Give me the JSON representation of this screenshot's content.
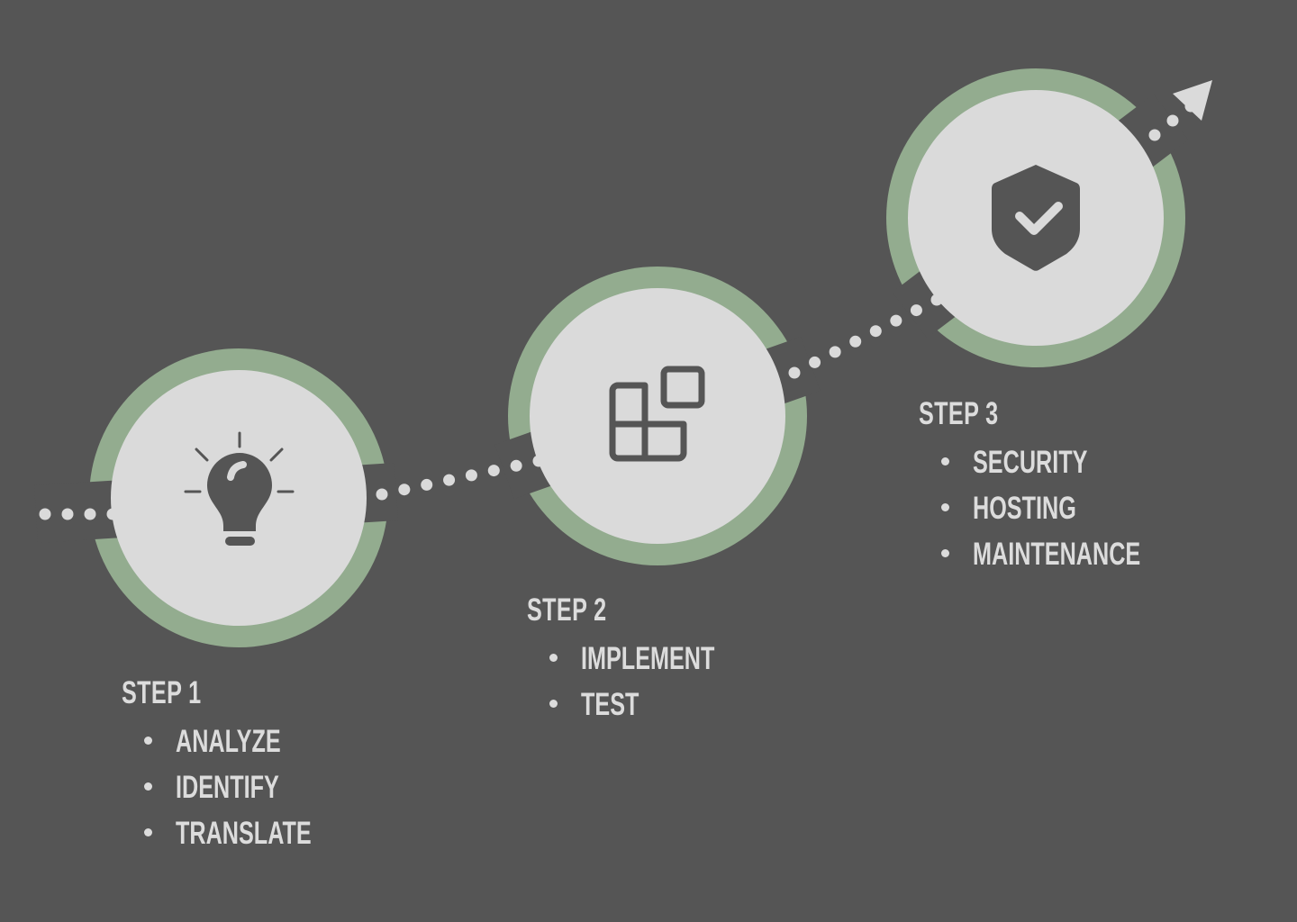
{
  "colors": {
    "background": "#555555",
    "ring": "#93ac8f",
    "disc": "#dadada",
    "icon": "#555555",
    "text": "#dcdcdc"
  },
  "steps": [
    {
      "title": "STEP 1",
      "icon": "lightbulb-icon",
      "items": [
        "ANALYZE",
        "IDENTIFY",
        "TRANSLATE"
      ]
    },
    {
      "title": "STEP 2",
      "icon": "blocks-icon",
      "items": [
        "IMPLEMENT",
        "TEST"
      ]
    },
    {
      "title": "STEP 3",
      "icon": "shield-check-icon",
      "items": [
        "SECURITY",
        "HOSTING",
        "MAINTENANCE"
      ]
    }
  ]
}
